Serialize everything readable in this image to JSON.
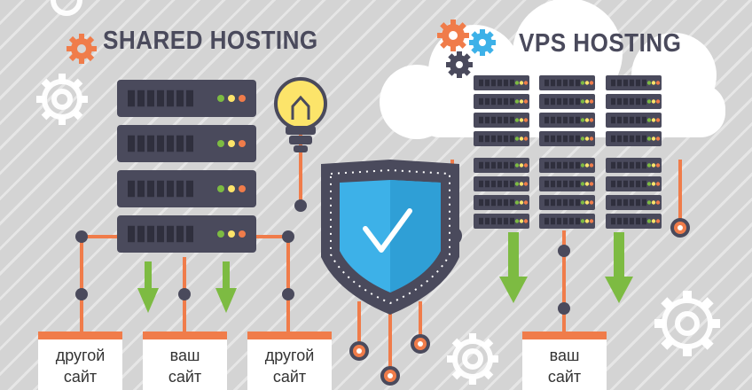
{
  "titles": {
    "shared": "SHARED HOSTING",
    "vps": "VPS HOSTING"
  },
  "sites": [
    {
      "line1": "другой",
      "line2": "сайт"
    },
    {
      "line1": "ваш",
      "line2": "сайт"
    },
    {
      "line1": "другой",
      "line2": "сайт"
    },
    {
      "line1": "ваш",
      "line2": "сайт"
    }
  ],
  "colors": {
    "server_dark": "#4a4a5c",
    "server_slot": "#2f2f3d",
    "connector_orange": "#f07c4a",
    "arrow_green": "#7dbb42",
    "shield_blue": "#3db1e8",
    "bulb_yellow": "#fce46a",
    "gear_blue": "#3db1e8",
    "gear_orange": "#f07c4a"
  },
  "icons": [
    "gear-icon",
    "server-rack-icon",
    "light-bulb-icon",
    "shield-check-icon",
    "cloud-icon",
    "arrow-down-icon"
  ]
}
